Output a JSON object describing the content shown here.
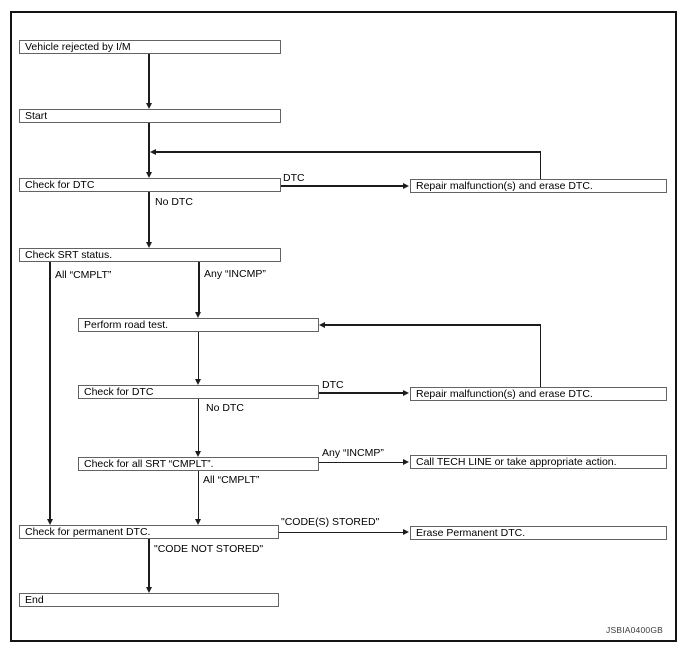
{
  "diagram": {
    "nodes": {
      "vehicle_rejected": {
        "label": "Vehicle rejected by I/M"
      },
      "start": {
        "label": "Start"
      },
      "check_dtc_1": {
        "label": "Check for DTC"
      },
      "check_srt": {
        "label": "Check SRT status."
      },
      "perform_road_test": {
        "label": "Perform road test."
      },
      "check_dtc_2": {
        "label": "Check for DTC"
      },
      "check_all_srt": {
        "label": "Check for all SRT “CMPLT”."
      },
      "check_permanent": {
        "label": "Check for permanent DTC."
      },
      "end": {
        "label": "End"
      },
      "repair_1": {
        "label": "Repair malfunction(s) and erase DTC."
      },
      "repair_2": {
        "label": "Repair malfunction(s) and erase DTC."
      },
      "call_tech_line": {
        "label": "Call TECH LINE or take appropriate action."
      },
      "erase_permanent": {
        "label": "Erase Permanent DTC."
      }
    },
    "edge_labels": {
      "dtc_1": "DTC",
      "no_dtc_1": "No DTC",
      "all_cmplt_1": "All “CMPLT”",
      "any_incmp_1": "Any “INCMP”",
      "dtc_2": "DTC",
      "no_dtc_2": "No DTC",
      "any_incmp_2": "Any “INCMP”",
      "all_cmplt_2": "All “CMPLT”",
      "codes_stored": "\"CODE(S) STORED\"",
      "code_not_stored": "\"CODE NOT STORED\""
    },
    "figure_id": "JSBIA0400GB",
    "colors": {
      "line": "#1c1c1c",
      "box_border": "#636363",
      "frame_border": "#141414",
      "background": "#ffffff"
    }
  }
}
